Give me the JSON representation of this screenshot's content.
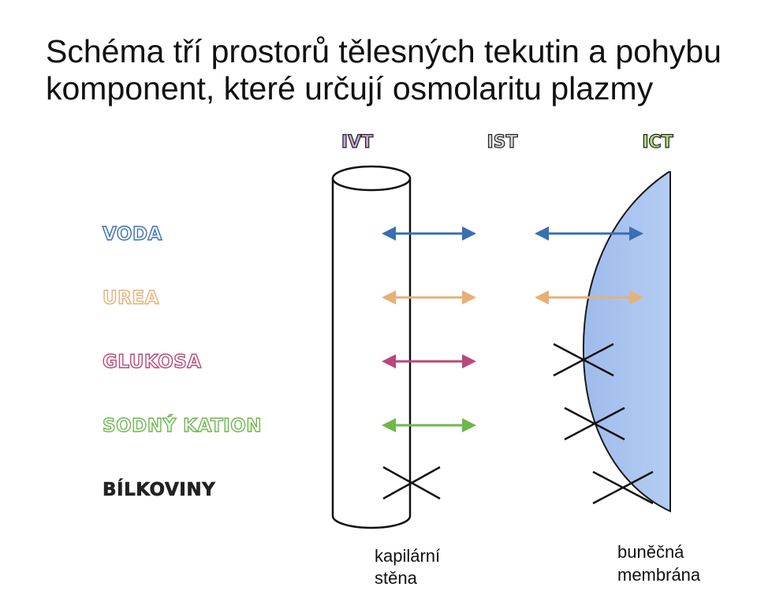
{
  "title": {
    "line1": "Schéma tří prostorů tělesných tekutin a pohybu",
    "line2": "komponent, které určují osmolaritu plazmy"
  },
  "compartments": {
    "ivt": {
      "label": "IVT",
      "color": "#c8a4d8"
    },
    "ist": {
      "label": "IST",
      "color": "#d8d8d8"
    },
    "ict": {
      "label": "ICT",
      "color": "#b6e07a"
    }
  },
  "components": [
    {
      "label": "VODA",
      "color": "#3a6fb0",
      "wall": "pass",
      "membrane": "pass"
    },
    {
      "label": "UREA",
      "color": "#e7b077",
      "wall": "pass",
      "membrane": "pass"
    },
    {
      "label": "GLUKOSA",
      "color": "#b8487a",
      "wall": "pass",
      "membrane": "blocked"
    },
    {
      "label": "SODNÝ KATION",
      "color": "#6cb84a",
      "wall": "pass",
      "membrane": "blocked"
    },
    {
      "label": "BÍLKOVINY",
      "color": "#222222",
      "wall": "blocked",
      "membrane": "blocked"
    }
  ],
  "captions": {
    "capillary_line1": "kapilární",
    "capillary_line2": "stěna",
    "membrane_line1": "buněčná",
    "membrane_line2": "membrána"
  },
  "colors": {
    "cell_fill": "#a9c4ee",
    "cell_stroke": "#1a1a1a"
  }
}
